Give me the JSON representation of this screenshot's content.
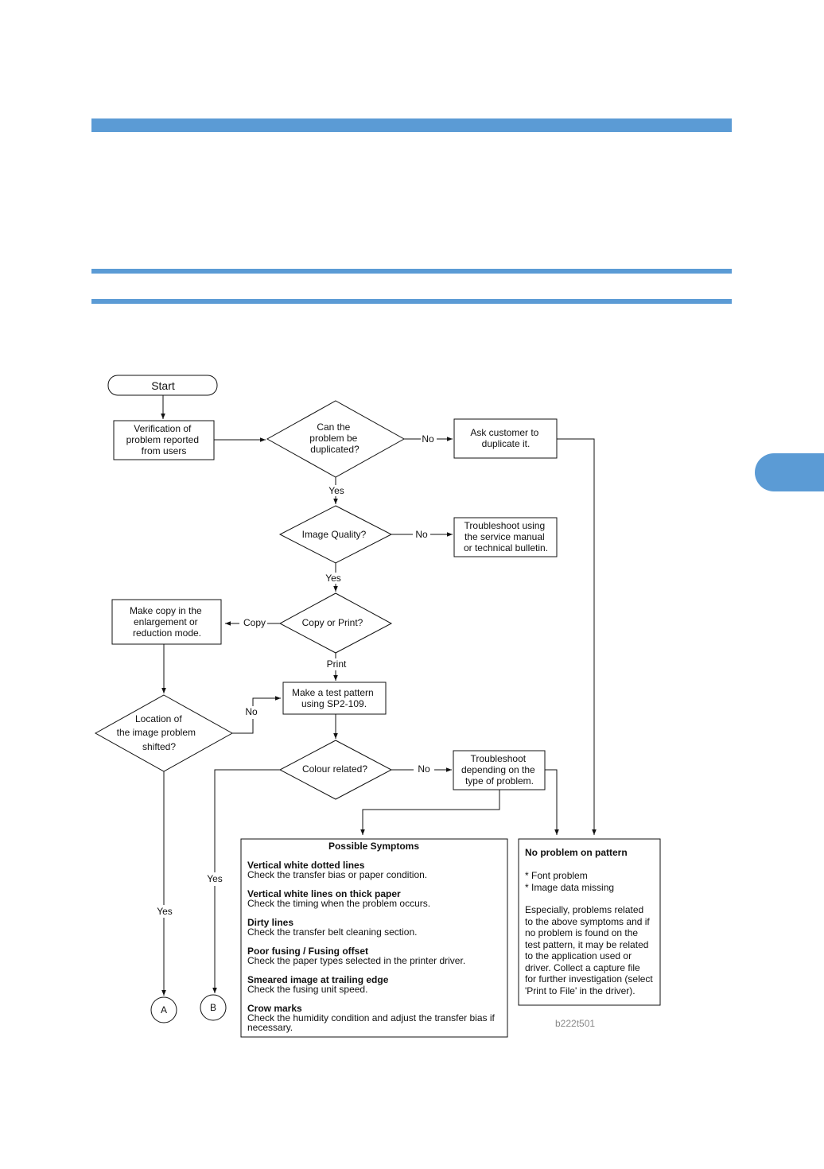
{
  "colors": {
    "accent": "#5b9bd5",
    "line": "#111111",
    "figure_id": "#888888"
  },
  "flowchart": {
    "start": "Start",
    "verification": [
      "Verification of",
      "problem reported",
      "from users"
    ],
    "duplicated_q": [
      "Can the",
      "problem be",
      "duplicated?"
    ],
    "ask_customer": [
      "Ask customer to",
      "duplicate it."
    ],
    "image_quality_q": "Image Quality?",
    "troubleshoot_manual": [
      "Troubleshoot using",
      "the service manual",
      "or technical bulletin."
    ],
    "copy_or_print_q": "Copy or Print?",
    "make_copy": [
      "Make copy in the",
      "enlargement or",
      "reduction mode."
    ],
    "test_pattern": [
      "Make a test pattern",
      "using SP2-109."
    ],
    "location_q": [
      "Location of",
      "the image problem",
      "shifted?"
    ],
    "colour_q": "Colour related?",
    "troubleshoot_type": [
      "Troubleshoot",
      "depending on the",
      "type of problem."
    ],
    "labels": {
      "no": "No",
      "yes": "Yes",
      "copy": "Copy",
      "print": "Print"
    },
    "connectors": {
      "a": "A",
      "b": "B"
    },
    "symptoms": {
      "title": "Possible Symptoms",
      "items": [
        {
          "heading": "Vertical white dotted lines",
          "lines": [
            "Check the transfer bias or paper condition."
          ]
        },
        {
          "heading": "Vertical white lines on thick paper",
          "lines": [
            "Check the timing when the problem occurs."
          ]
        },
        {
          "heading": "Dirty lines",
          "lines": [
            "Check the transfer belt cleaning section."
          ]
        },
        {
          "heading": "Poor fusing / Fusing offset",
          "lines": [
            "Check the paper types selected in the printer driver."
          ]
        },
        {
          "heading": "Smeared image at trailing  edge",
          "lines": [
            "Check the fusing unit speed."
          ]
        },
        {
          "heading": "Crow marks",
          "lines": [
            "Check the humidity condition and adjust the transfer bias if",
            "necessary."
          ]
        }
      ]
    },
    "no_problem": {
      "title": "No problem on pattern",
      "bullets": [
        "* Font problem",
        "* Image data missing"
      ],
      "paragraph": [
        "Especially, problems related",
        "to the above symptoms and if",
        "no problem is found on the",
        "test pattern,  it may be related",
        "to the application used or",
        "driver. Collect a capture file",
        "for further investigation (select",
        "'Print to File' in the driver)."
      ]
    },
    "figure_id": "b222t501"
  }
}
